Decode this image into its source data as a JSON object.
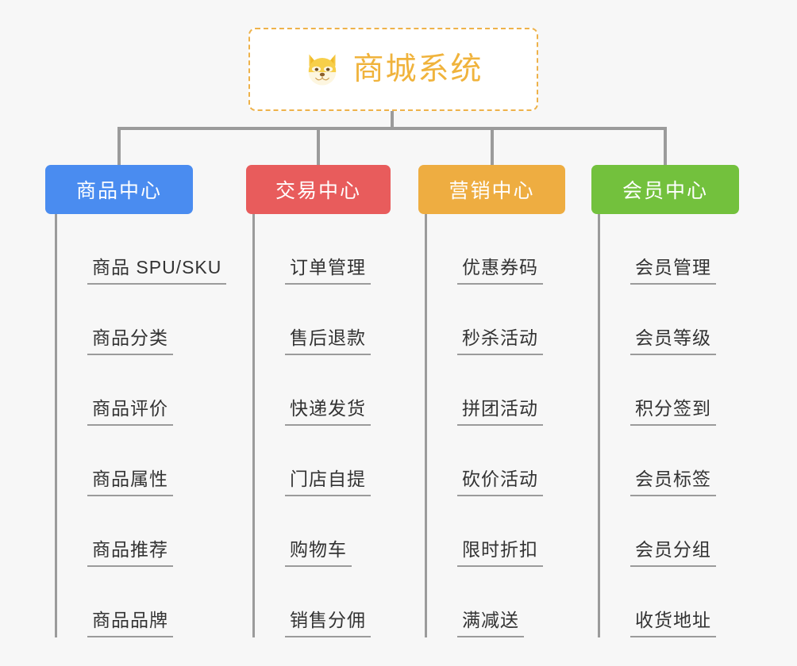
{
  "diagram": {
    "type": "mind-map",
    "background_color": "#f7f7f7",
    "connector_color": "#9b9b9b"
  },
  "root": {
    "title": "商城系统",
    "icon": "shiba-dog-face-emoji",
    "text_color": "#f0b33c",
    "border_color": "#eeb24a",
    "background_color": "#ffffff"
  },
  "columns": [
    {
      "header": "商品中心",
      "color": "#4a8cf0",
      "items": [
        "商品 SPU/SKU",
        "商品分类",
        "商品评价",
        "商品属性",
        "商品推荐",
        "商品品牌"
      ]
    },
    {
      "header": "交易中心",
      "color": "#e85c5c",
      "items": [
        "订单管理",
        "售后退款",
        "快递发货",
        "门店自提",
        "购物车",
        "销售分佣"
      ]
    },
    {
      "header": "营销中心",
      "color": "#eead41",
      "items": [
        "优惠券码",
        "秒杀活动",
        "拼团活动",
        "砍价活动",
        "限时折扣",
        "满减送"
      ]
    },
    {
      "header": "会员中心",
      "color": "#73c13d",
      "items": [
        "会员管理",
        "会员等级",
        "积分签到",
        "会员标签",
        "会员分组",
        "收货地址"
      ]
    }
  ]
}
